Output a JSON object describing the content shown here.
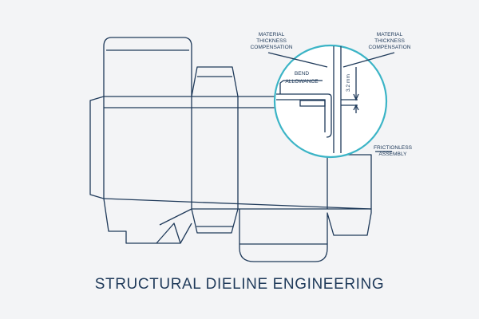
{
  "caption": "STRUCTURAL DIELINE ENGINEERING",
  "labels": {
    "material_left_1": "MATERIAL",
    "material_left_2": "THICKNESS",
    "material_left_3": "COMPENSATION",
    "material_right_1": "MATERIAL",
    "material_right_2": "THICKNESS",
    "material_right_3": "COMPENSATION",
    "bend_1": "BEND",
    "bend_2": "ALLOWANCE",
    "dimension": "3.2 mm",
    "frictionless_1": "FRICTIONLESS",
    "frictionless_2": "ASSEMBLY"
  },
  "colors": {
    "background": "#f3f4f6",
    "line": "#1f3a5a",
    "detail_circle": "#3bb4c6",
    "text": "#1f3a5a"
  }
}
